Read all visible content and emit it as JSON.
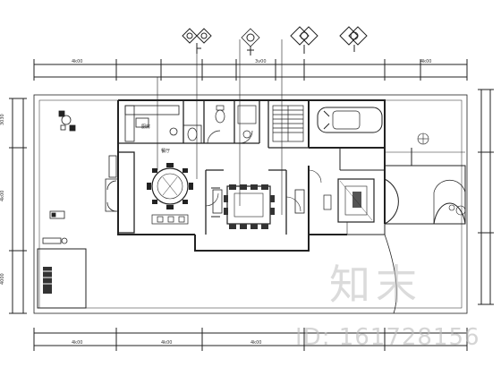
{
  "drawing": {
    "type": "architectural floor plan",
    "room_labels": {
      "kitchen": "厨房",
      "dining_table": "餐厅"
    },
    "dimension_marks": {
      "top": [
        "4k00",
        "3v00",
        "4k00"
      ],
      "bottom": [
        "4k00",
        "4k00",
        "4k00"
      ],
      "left_side": [
        "3030",
        "4k00",
        "4000"
      ]
    }
  },
  "watermark": {
    "logo_text": "知末",
    "id_text": "ID: 161728156"
  }
}
